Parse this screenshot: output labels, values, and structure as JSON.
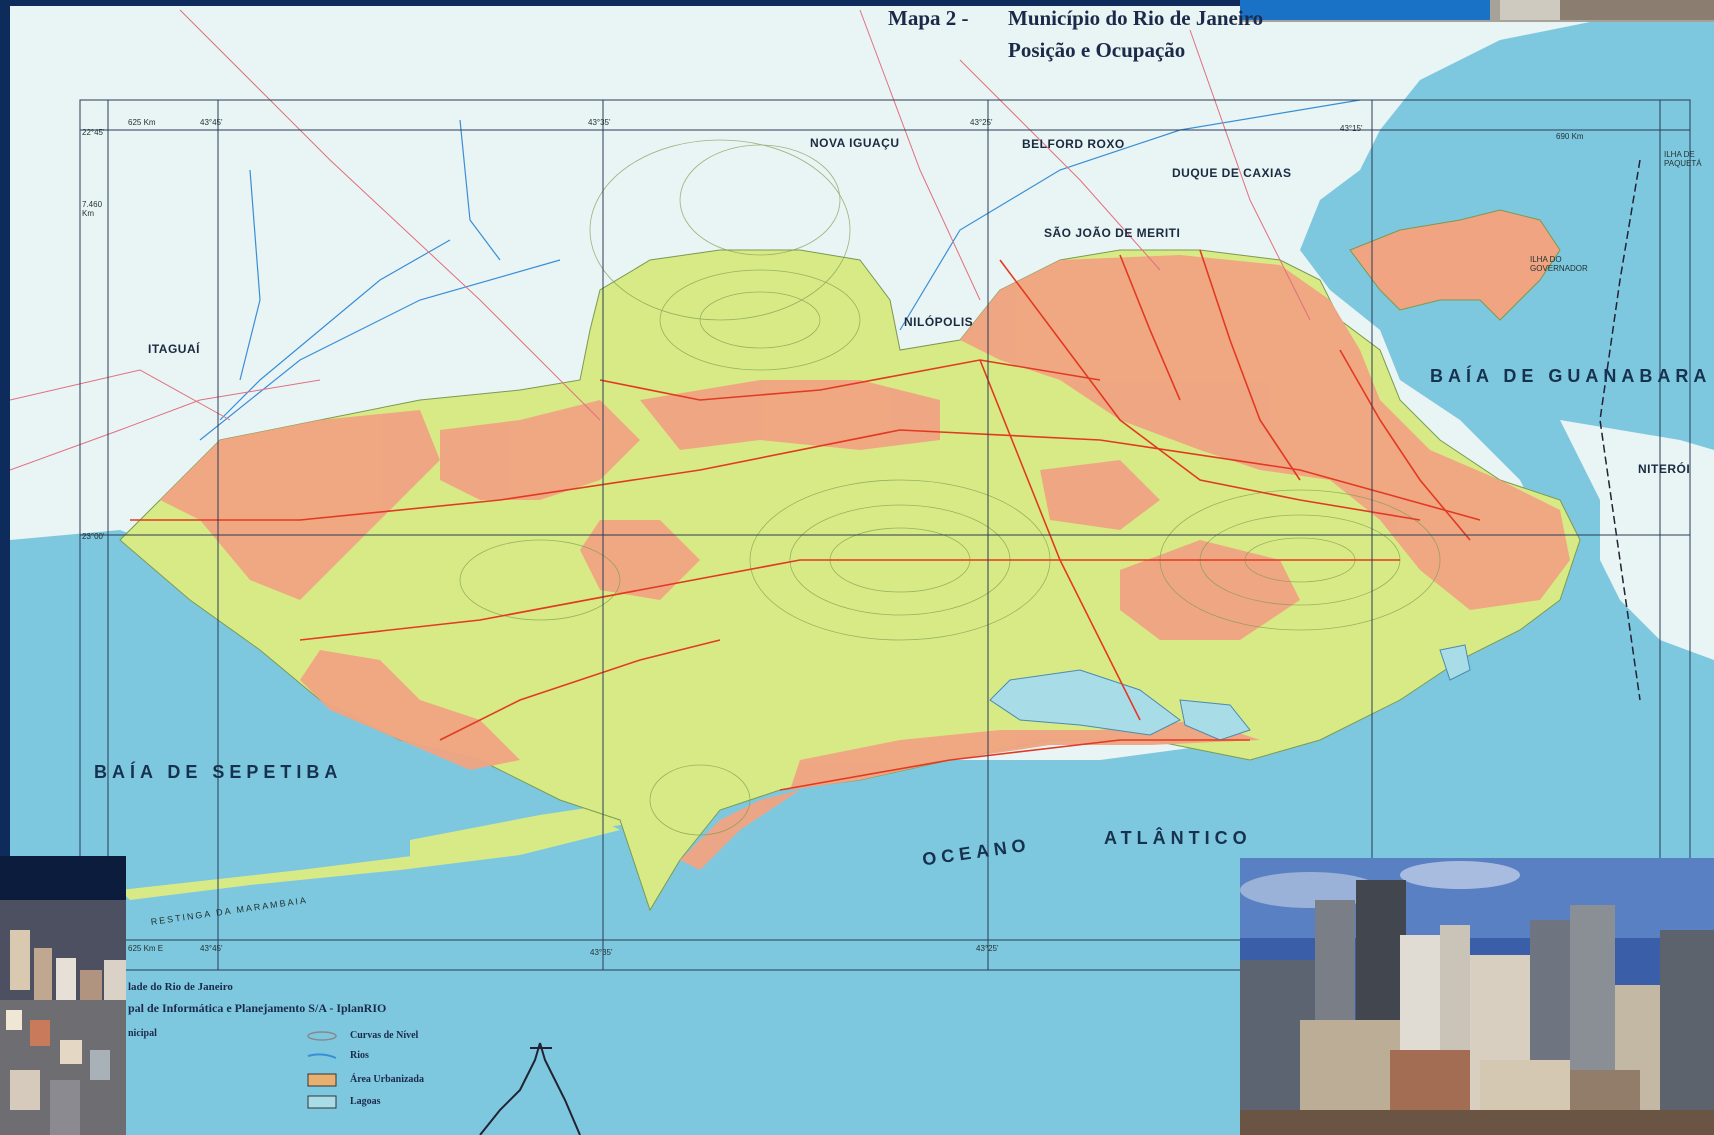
{
  "title": {
    "prefix": "Mapa 2 -",
    "line1": "Município do Rio de Janeiro",
    "line2": "Posição e Ocupação"
  },
  "places": {
    "nova_iguacu": "NOVA IGUAÇU",
    "belford_roxo": "BELFORD ROXO",
    "duque_de_caxias": "DUQUE DE CAXIAS",
    "sao_joao_de_meriti": "SÃO JOÃO DE MERITI",
    "nilopolis": "NILÓPOLIS",
    "itaguai": "ITAGUAÍ",
    "niteroi": "NITERÓI",
    "ilha_do_governador": "ILHA DO GOVERNADOR",
    "ilha_de_paqueta": "ILHA DE PAQUETÁ"
  },
  "water": {
    "baia_de_guanabara": "BAÍA DE GUANABARA",
    "baia_de_sepetiba": "BAÍA DE SEPETIBA",
    "oceano": "OCEANO",
    "atlantico": "ATLÂNTICO",
    "restinga": "RESTINGA DA MARAMBAIA"
  },
  "coords": {
    "top_left_km": "625 Km",
    "top_right_km": "690 Km",
    "lat_2245": "22°45'",
    "lat_2300": "23°00'",
    "lon_4345": "43°45'",
    "lon_4335": "43°35'",
    "lon_4325": "43°25'",
    "lon_4315": "43°15'",
    "km_7460": "7.460 Km",
    "bottom_km": "625 Km E"
  },
  "legend": {
    "source_line1": "lade do Rio de Janeiro",
    "source_line2": "pal de Informática e Planejamento S/A - IplanRIO",
    "source_line3": "nicipal",
    "items": [
      {
        "label": "Curvas de Nível",
        "color": "#b8b8c8"
      },
      {
        "label": "Rios",
        "color": "#3a8ed6"
      },
      {
        "label": "Área Urbanizada",
        "color": "#e8b070"
      },
      {
        "label": "Lagoas",
        "color": "#a8dde8"
      }
    ]
  },
  "colors": {
    "sea": "#7ec8df",
    "land_outside": "#e9f4f4",
    "municipality": "#d8ea86",
    "urban": "#f0a482",
    "roads": "#e23a22",
    "frame": "#0d2c5c"
  }
}
